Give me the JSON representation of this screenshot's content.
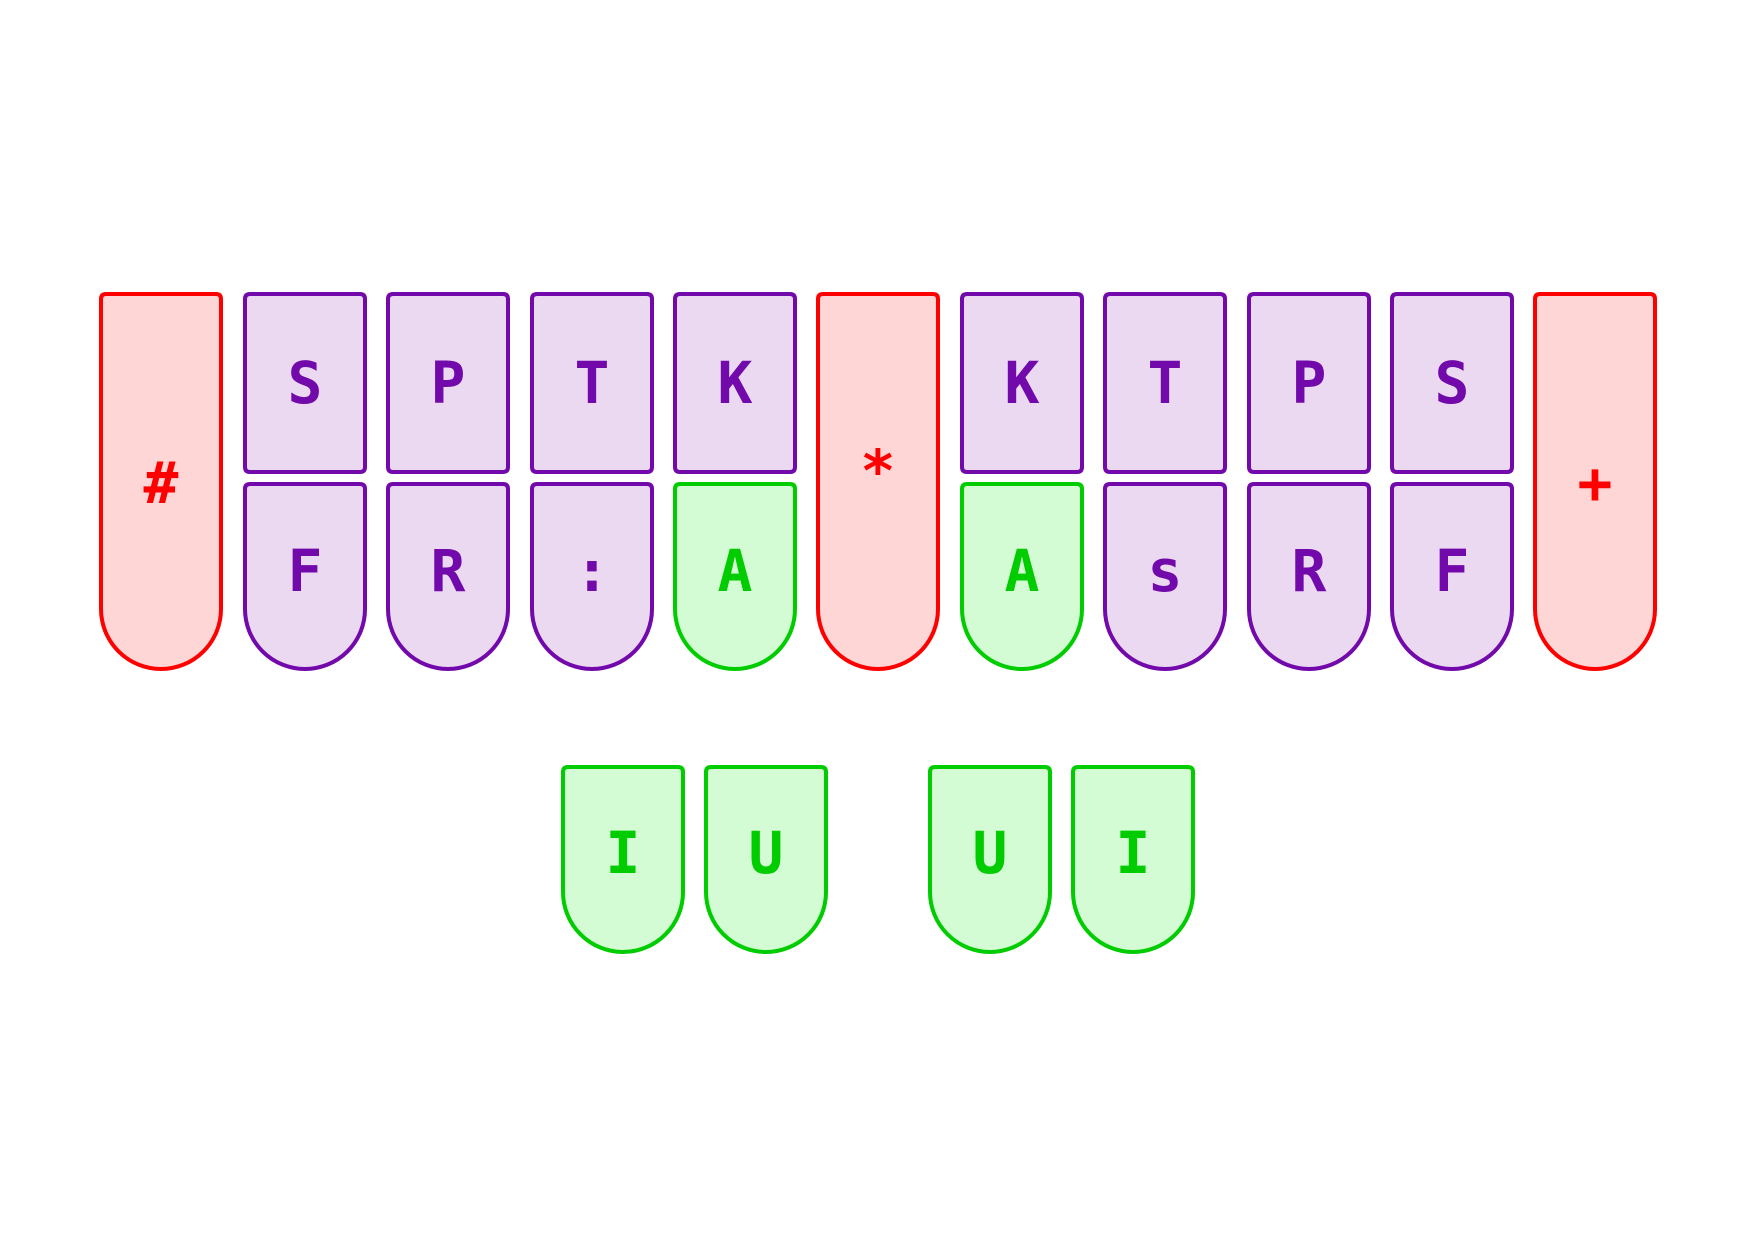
{
  "colors": {
    "red": {
      "stroke": "#ff0000",
      "fill": "#ffd6d6"
    },
    "purple": {
      "stroke": "#7209ab",
      "fill": "#ead9f1"
    },
    "green": {
      "stroke": "#00cc00",
      "fill": "#d4fcd4"
    }
  },
  "keys": {
    "number_bar": {
      "label": "#",
      "color": "red",
      "icon": "hash"
    },
    "left_s": {
      "label": "S",
      "color": "purple"
    },
    "left_p": {
      "label": "P",
      "color": "purple"
    },
    "left_t": {
      "label": "T",
      "color": "purple"
    },
    "left_k": {
      "label": "K",
      "color": "purple"
    },
    "left_f": {
      "label": "F",
      "color": "purple"
    },
    "left_r": {
      "label": "R",
      "color": "purple"
    },
    "left_colon": {
      "label": ":",
      "color": "purple"
    },
    "left_a": {
      "label": "A",
      "color": "green"
    },
    "star": {
      "label": "*",
      "color": "red",
      "icon": "asterisk"
    },
    "right_k": {
      "label": "K",
      "color": "purple"
    },
    "right_t": {
      "label": "T",
      "color": "purple"
    },
    "right_p": {
      "label": "P",
      "color": "purple"
    },
    "right_s": {
      "label": "S",
      "color": "purple"
    },
    "right_a": {
      "label": "A",
      "color": "green"
    },
    "right_s_low": {
      "label": "s",
      "color": "purple"
    },
    "right_r": {
      "label": "R",
      "color": "purple"
    },
    "right_f": {
      "label": "F",
      "color": "purple"
    },
    "plus_bar": {
      "label": "+",
      "color": "red",
      "icon": "plus"
    },
    "thumb_i_1": {
      "label": "I",
      "color": "green"
    },
    "thumb_u_1": {
      "label": "U",
      "color": "green"
    },
    "thumb_u_2": {
      "label": "U",
      "color": "green"
    },
    "thumb_i_2": {
      "label": "I",
      "color": "green"
    }
  }
}
